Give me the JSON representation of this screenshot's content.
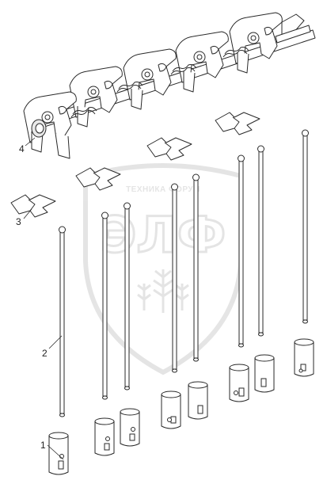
{
  "colors": {
    "line": "#2a2a2a",
    "fill": "#ffffff",
    "shade": "#e8e8e8",
    "watermark": "#cfcfcf"
  },
  "watermark": {
    "top_text": "ТЕХНИКА ФОРУМ",
    "big_text": "ЭЛФ",
    "emblem": "wheat-emblem"
  },
  "callouts": [
    {
      "label": "1",
      "part": "tappet"
    },
    {
      "label": "2",
      "part": "push-rod"
    },
    {
      "label": "3",
      "part": "bracket-clip"
    },
    {
      "label": "4",
      "part": "rocker-shaft-assembly"
    }
  ]
}
